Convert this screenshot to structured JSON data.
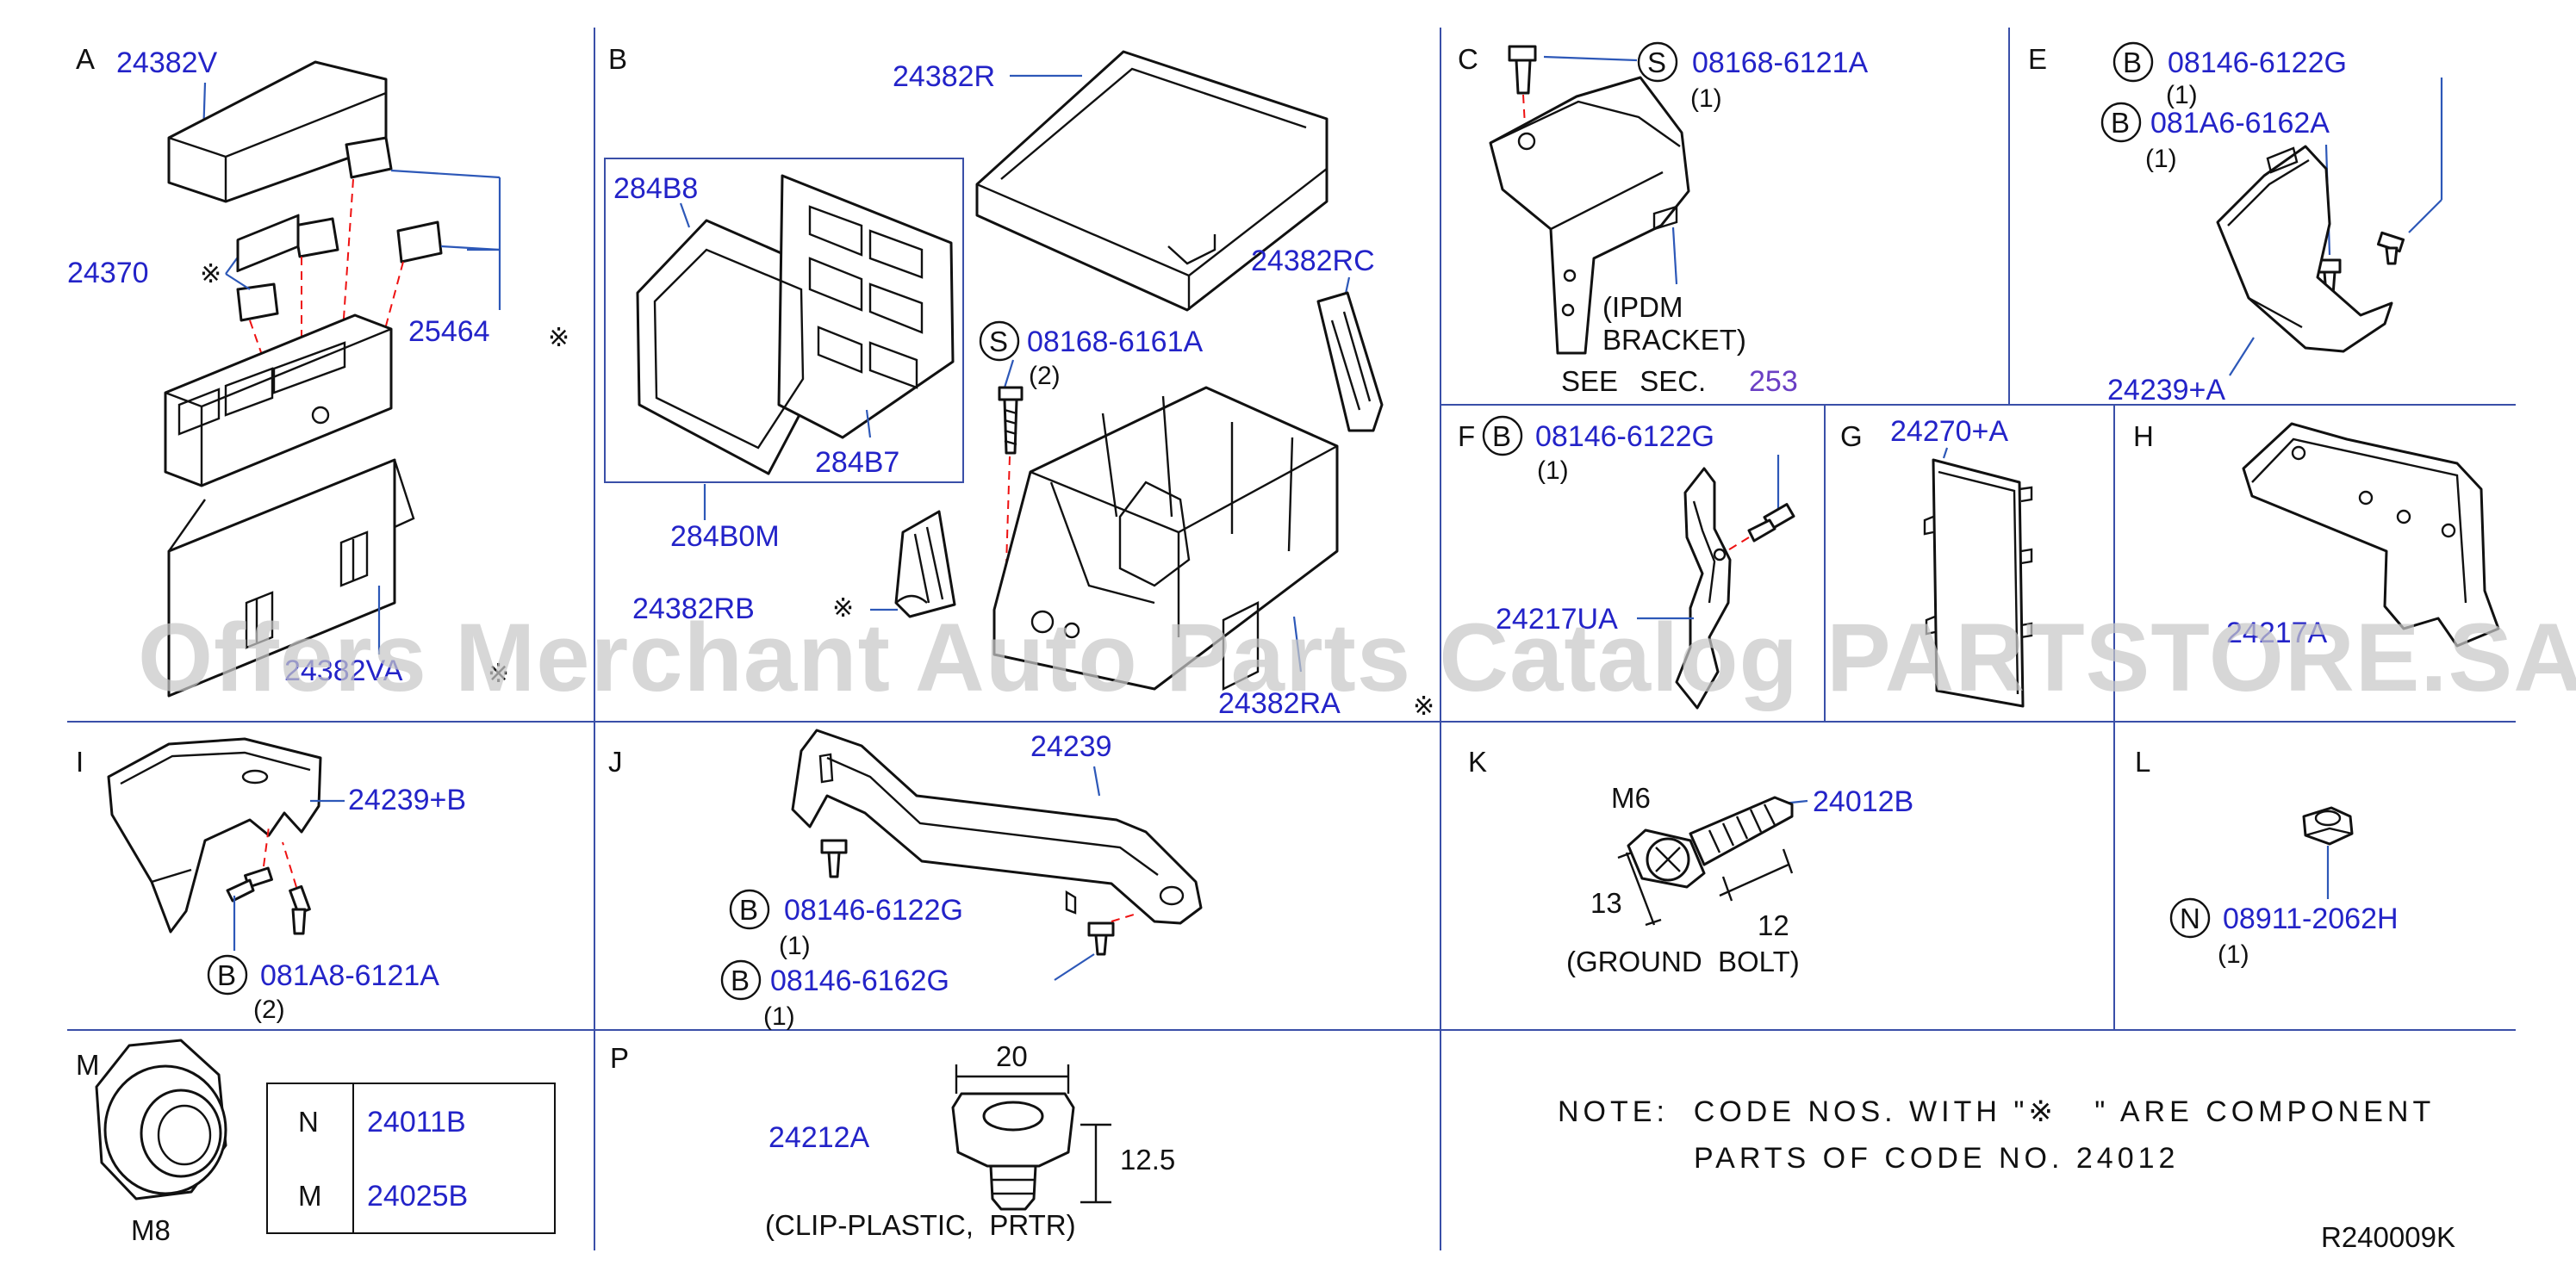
{
  "sections": {
    "A": {
      "letter": "A",
      "p1": "24382V",
      "p2": "24370",
      "p3": "25464",
      "p4": "24382VA",
      "m1": "※",
      "m2": "※",
      "m3": "※"
    },
    "B": {
      "letter": "B",
      "p1": "24382R",
      "p2": "284B8",
      "p3": "284B7",
      "p4": "284B0M",
      "p5": "24382RC",
      "p6": "24382RB",
      "p7": "24382RA",
      "s_code": "S",
      "s_part": "08168-6161A",
      "s_qty": "(2)",
      "m1": "※",
      "m2": "※"
    },
    "C": {
      "letter": "C",
      "s_code": "S",
      "s_part": "08168-6121A",
      "s_qty": "(1)",
      "label1": "(IPDM",
      "label2": "BRACKET)",
      "see": "SEE SEC.",
      "see_no": "253"
    },
    "E": {
      "letter": "E",
      "b1_code": "B",
      "b1_part": "08146-6122G",
      "b1_qty": "(1)",
      "b2_code": "B",
      "b2_part": "081A6-6162A",
      "b2_qty": "(1)",
      "p1": "24239+A"
    },
    "F": {
      "letter": "F",
      "b_code": "B",
      "b_part": "08146-6122G",
      "b_qty": "(1)",
      "p1": "24217UA"
    },
    "G": {
      "letter": "G",
      "p1": "24270+A"
    },
    "H": {
      "letter": "H",
      "p1": "24217A"
    },
    "I": {
      "letter": "I",
      "p1": "24239+B",
      "b_code": "B",
      "b_part": "081A8-6121A",
      "b_qty": "(2)"
    },
    "J": {
      "letter": "J",
      "p1": "24239",
      "b1_code": "B",
      "b1_part": "08146-6122G",
      "b1_qty": "(1)",
      "b2_code": "B",
      "b2_part": "08146-6162G",
      "b2_qty": "(1)"
    },
    "K": {
      "letter": "K",
      "size": "M6",
      "p1": "24012B",
      "dim1": "13",
      "dim2": "12",
      "label": "(GROUND  BOLT)"
    },
    "L": {
      "letter": "L",
      "n_code": "N",
      "n_part": "08911-2062H",
      "n_qty": "(1)"
    },
    "M": {
      "letter": "M",
      "size": "M8",
      "table": [
        {
          "code": "N",
          "part": "24011B"
        },
        {
          "code": "M",
          "part": "24025B"
        }
      ]
    },
    "P": {
      "letter": "P",
      "p1": "24212A",
      "dim1": "20",
      "dim2": "12.5",
      "label": "(CLIP-PLASTIC,  PRTR)"
    }
  },
  "note": {
    "line1": "NOTE:  CODE NOS. WITH \"※   \" ARE COMPONENT",
    "line2": "PARTS OF CODE NO. 24012"
  },
  "ref_code": "R240009K",
  "watermark": "Offers Merchant Auto Parts Catalog PARTSTORE.SA",
  "colors": {
    "part_number": "#2323c8",
    "section_line": "#3a4fa8",
    "leader": "#2d58b8",
    "hidden_line": "#e11111",
    "watermark": "#c7c7c7"
  }
}
